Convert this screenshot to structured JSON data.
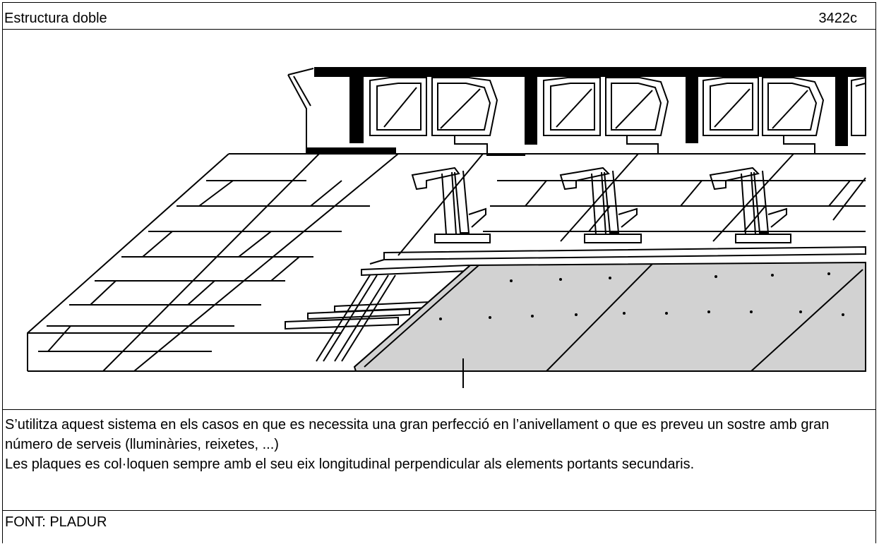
{
  "header": {
    "title": "Estructura doble",
    "code": "3422c"
  },
  "figure": {
    "icon": "suspended-ceiling-double-structure-drawing",
    "colors": {
      "board": "#d2d2d2",
      "line": "#000000"
    }
  },
  "description": {
    "paragraph_1": "S’utilitza aquest sistema en els casos en que es necessita una gran perfecció en l’anivellament o que es preveu un sostre amb gran número de serveis (lluminàries, reixetes, ...)",
    "paragraph_2": "Les plaques es col·loquen sempre amb el seu eix longitudinal perpendicular als elements portants secundaris."
  },
  "source": {
    "label": "FONT: PLADUR"
  }
}
